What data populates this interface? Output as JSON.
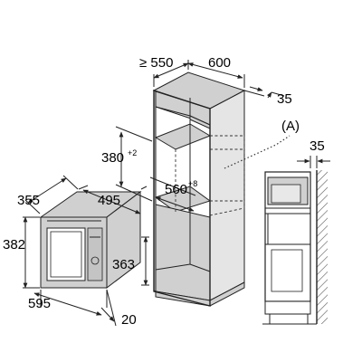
{
  "labels": {
    "cab_depth": "≥ 550",
    "cab_width": "600",
    "cab_gap_right": "35",
    "callout_a": "(A)",
    "side_gap": "35",
    "niche_height": "380",
    "niche_height_tol": "+2",
    "niche_width": "560",
    "niche_width_tol": "+8",
    "mw_depth": "355",
    "mw_width_top": "495",
    "mw_height": "382",
    "mw_inner_height": "363",
    "mw_width": "595",
    "mw_front_depth": "20"
  }
}
